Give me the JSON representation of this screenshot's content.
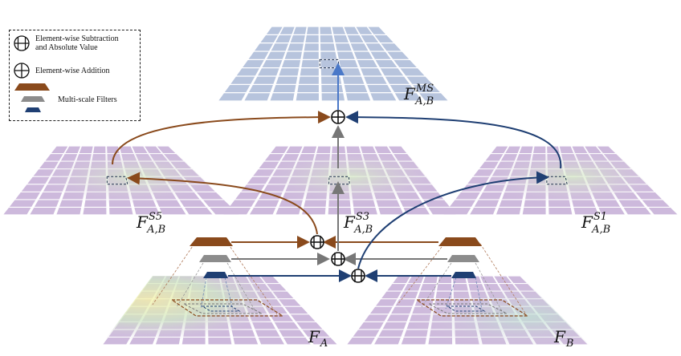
{
  "legend": {
    "subtraction_label_line1": "Element-wise Subtraction",
    "subtraction_label_line2": "and Absolute Value",
    "addition_label": "Element-wise Addition",
    "filters_label": "Multi-scale Filters"
  },
  "labels": {
    "fms": {
      "base": "F",
      "sup": "MS",
      "sub": "A,B"
    },
    "fs5": {
      "base": "F",
      "sup": "S5",
      "sub": "A,B"
    },
    "fs3": {
      "base": "F",
      "sup": "S3",
      "sub": "A,B"
    },
    "fs1": {
      "base": "F",
      "sup": "S1",
      "sub": "A,B"
    },
    "fa": {
      "base": "F",
      "sub": "A"
    },
    "fb": {
      "base": "F",
      "sub": "B"
    }
  },
  "colors": {
    "scale5": "#8a4a1c",
    "scale3": "#8c8c8c",
    "scale1": "#1f3f73",
    "ms_output_arrow": "#4a78c8",
    "grid_purple": "#cdb9dc",
    "grid_blue": "#b7c4dd",
    "heat_yellow": "#f1f0a0",
    "heat_green": "#bfe3cf"
  }
}
